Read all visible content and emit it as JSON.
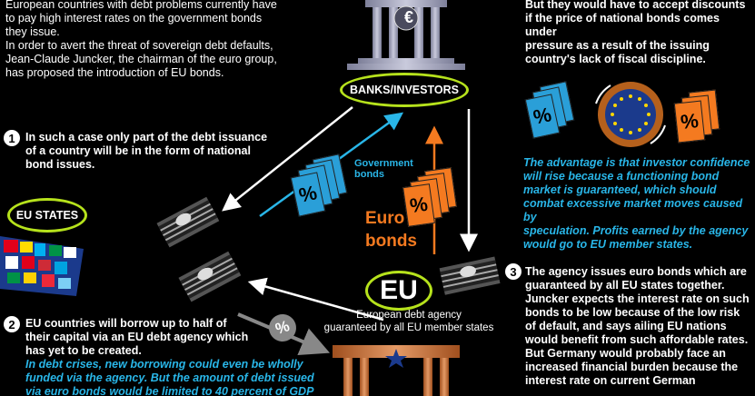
{
  "intro": {
    "line1": "European countries with debt problems currently have",
    "line2": "to pay high interest rates on the government bonds",
    "line3": "they issue.",
    "line4": "In order to avert the threat of sovereign debt defaults,",
    "line5": "Jean-Claude Juncker, the chairman of the euro group,",
    "line6": "has proposed the introduction of EU bonds."
  },
  "banks": {
    "label": "BANKS/INVESTORS",
    "euro_symbol": "€"
  },
  "top_right": {
    "line1": "But they would have to accept discounts",
    "line2": "if the price of national bonds comes under",
    "line3": "pressure as a result of the issuing",
    "line4": "country's lack of fiscal discipline."
  },
  "advantage": {
    "line1": "The advantage is that investor confidence",
    "line2": "will rise because a functioning bond",
    "line3": "market is guaranteed, which should",
    "line4": "combat excessive market moves caused by",
    "line5": "speculation. Profits earned by the agency",
    "line6": "would go to EU member states."
  },
  "step1": {
    "number": "1",
    "line1": "In such a case only part of the debt issuance",
    "line2": "of a country will be in the form of national",
    "line3": "bond issues."
  },
  "eu_states": {
    "label": "EU STATES"
  },
  "gov_bonds": {
    "line1": "Government",
    "line2": "bonds",
    "symbol": "%"
  },
  "euro_bonds": {
    "line1": "Euro",
    "line2": "bonds",
    "symbol": "%"
  },
  "eu_agency": {
    "label": "EU",
    "line1": "European debt agency",
    "line2": "guaranteed by all EU member states"
  },
  "step2": {
    "number": "2",
    "line1": "EU countries will borrow up to half of",
    "line2": "their capital via an EU debt agency which",
    "line3": "has yet to be created.",
    "italic1": "In debt crises, new borrowing could even be wholly",
    "italic2": "funded via the agency. But the amount of debt issued",
    "italic3": "via euro bonds would be limited to 40 percent of GDP"
  },
  "step3": {
    "number": "3",
    "line1": "The agency issues euro bonds which are",
    "line2": "guaranteed by all EU states together.",
    "line3": "Juncker expects the interest rate on such",
    "line4": "bonds to be low because of the low risk",
    "line5": "of default, and says ailing EU nations",
    "line6": "would benefit from such affordable rates.",
    "line7": "But Germany would probably face an",
    "line8": "increased financial burden because the",
    "line9": "interest rate on current German"
  },
  "misc": {
    "pct": "%"
  },
  "colors": {
    "accent_green": "#b6e21c",
    "blue": "#29b6e8",
    "orange": "#f47a20",
    "bond_blue": "#2a9fd8",
    "bond_orange": "#f47a20"
  }
}
